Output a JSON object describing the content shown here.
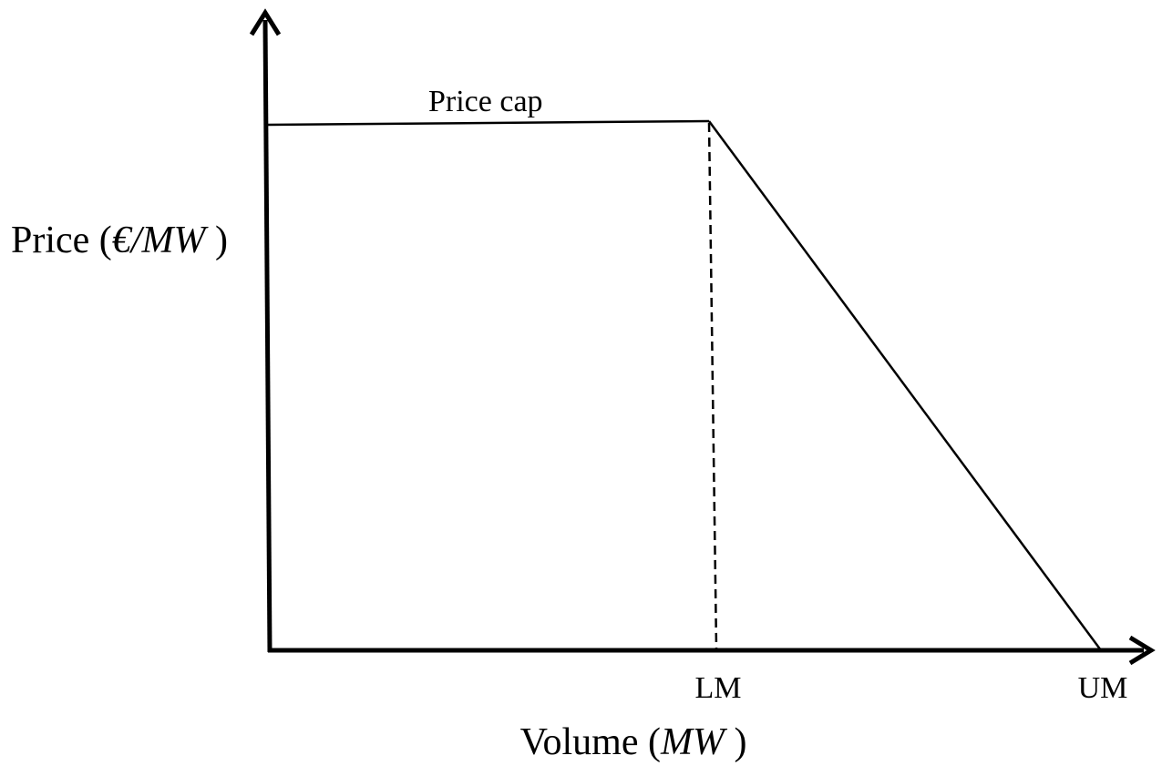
{
  "diagram": {
    "y_axis_label": {
      "prefix": "Price (",
      "unit": "€/MW",
      "suffix": " )"
    },
    "x_axis_label": {
      "prefix": "Volume (",
      "unit": "MW",
      "suffix": " )"
    },
    "price_cap_label": "Price cap",
    "x_markers": {
      "lower": "LM",
      "upper": "UM"
    },
    "colors": {
      "ink": "#000000",
      "background": "#ffffff"
    }
  }
}
